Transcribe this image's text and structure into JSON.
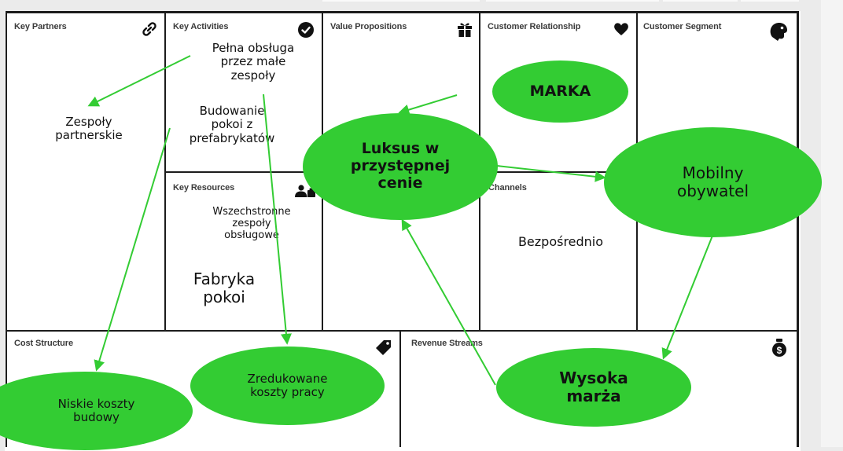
{
  "canvas": {
    "sections": {
      "key_partners": "Key Partners",
      "key_activities": "Key Activities",
      "value_propositions": "Value Propositions",
      "customer_relationship": "Customer Relationship",
      "customer_segment": "Customer Segment",
      "key_resources": "Key Resources",
      "channels": "Channels",
      "cost_structure": "Cost Structure",
      "revenue_streams": "Revenue Streams"
    },
    "icons": {
      "key_partners": "link-icon",
      "key_activities": "checkmark-icon",
      "value_propositions": "gift-icon",
      "customer_relationship": "heart-icon",
      "customer_segment": "face-icon",
      "key_resources": "people-icon",
      "cost_structure": "tag-icon",
      "revenue_streams": "money-bag-icon"
    }
  },
  "notes": {
    "zespoly_partnerskie": "Zespoły\npartnerskie",
    "pelna_obsluga": "Pełna obsługa\nprzez małe\nzespoły",
    "budowanie_pokoi": "Budowanie\npokoi z\nprefabrykatów",
    "wszechstronne": "Wszechstronne\nzespoły\nobsługowe",
    "fabryka_pokoi": "Fabryka\npokoi",
    "bezposrednio": "Bezpośrednio"
  },
  "bubbles": {
    "marka": "MARKA",
    "luksus": "Luksus w\nprzystępnej\ncenie",
    "mobilny": "Mobilny\nobywatel",
    "wysoka_marza": "Wysoka\nmarża",
    "zredukowane": "Zredukowane\nkoszty pracy",
    "niskie_koszty": "Niskie koszty\nbudowy"
  },
  "colors": {
    "bubble_fill": "#33cc33",
    "arrow": "#33cc33",
    "grid": "#1c1c1c",
    "text": "#111111"
  }
}
